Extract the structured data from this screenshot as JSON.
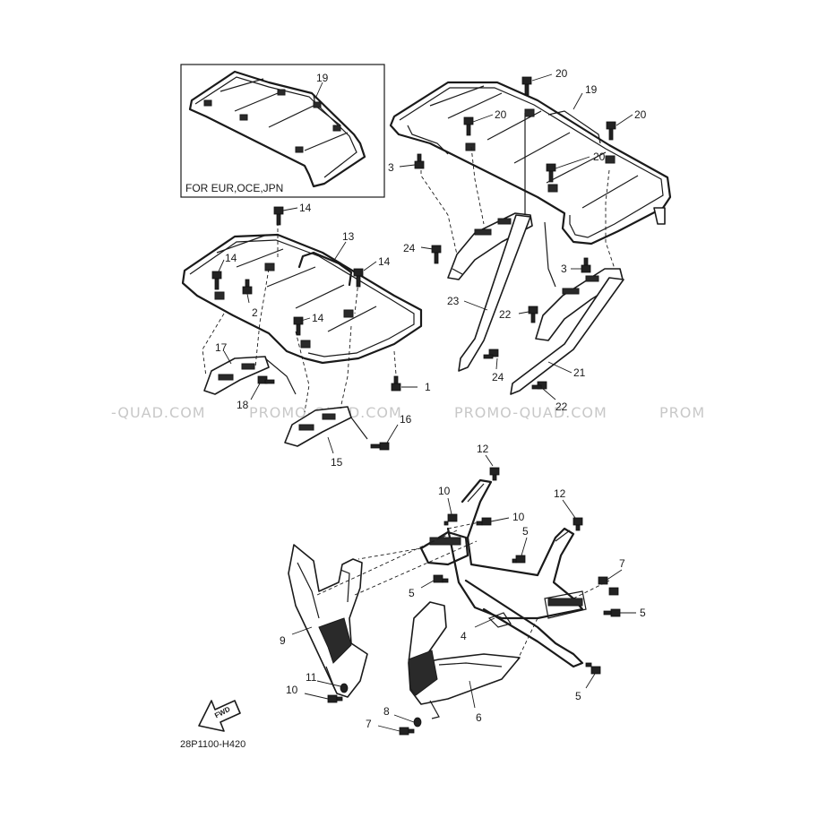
{
  "watermarks": [
    "-QUAD.COM",
    "PROMO-QUAD.COM",
    "PROMO-QUAD.COM",
    "PROM"
  ],
  "inset_label": "FOR EUR,OCE,JPN",
  "fwd_label": "FWD",
  "diagram_code": "28P1100-H420",
  "callouts": {
    "c1": "1",
    "c2": "2",
    "c3a": "3",
    "c3b": "3",
    "c4": "4",
    "c5a": "5",
    "c5b": "5",
    "c5c": "5",
    "c5d": "5",
    "c6": "6",
    "c7a": "7",
    "c7b": "7",
    "c8": "8",
    "c9": "9",
    "c10a": "10",
    "c10b": "10",
    "c10c": "10",
    "c11": "11",
    "c12a": "12",
    "c12b": "12",
    "c13": "13",
    "c14a": "14",
    "c14b": "14",
    "c14c": "14",
    "c14d": "14",
    "c15": "15",
    "c16": "16",
    "c17": "17",
    "c18": "18",
    "c19a": "19",
    "c19b": "19",
    "c20a": "20",
    "c20b": "20",
    "c20c": "20",
    "c20d": "20",
    "c21": "21",
    "c22a": "22",
    "c22b": "22",
    "c23": "23",
    "c24a": "24",
    "c24b": "24"
  }
}
